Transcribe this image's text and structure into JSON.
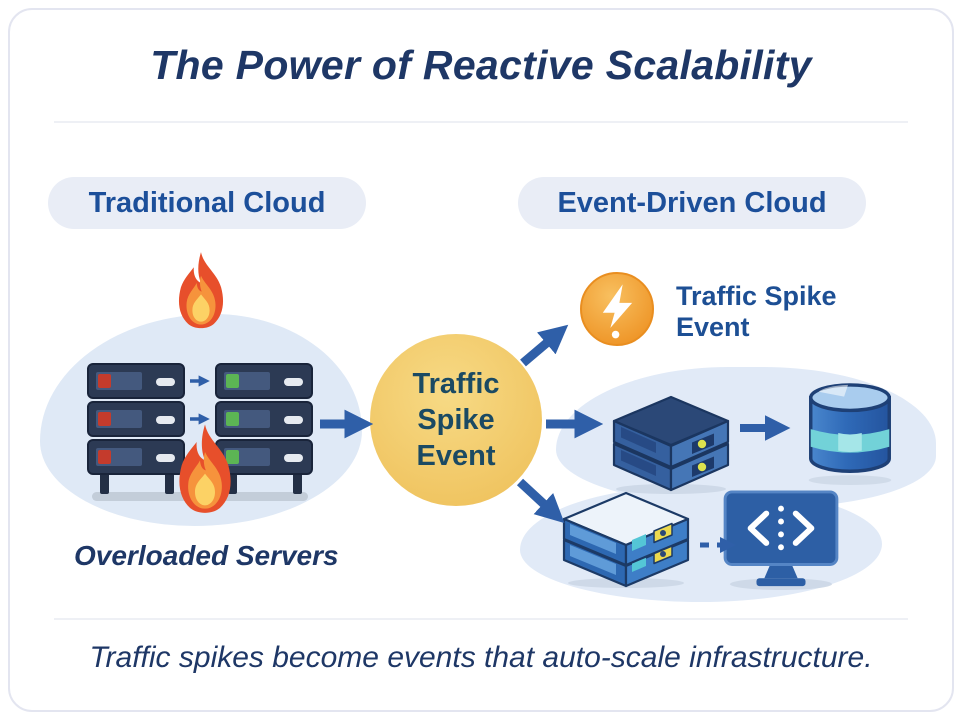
{
  "title": "The Power of Reactive Scalability",
  "sections": {
    "traditional": {
      "label": "Traditional Cloud",
      "caption": "Overloaded Servers"
    },
    "event_driven": {
      "label": "Event-Driven Cloud"
    }
  },
  "hub": {
    "line1": "Traffic",
    "line2": "Spike",
    "line3": "Event"
  },
  "event_badge": {
    "line1": "Traffic Spike",
    "line2": "Event"
  },
  "footer": {
    "caption": "Traffic spikes become events that auto-scale infrastructure."
  },
  "icons": {
    "flame": "flame-icon",
    "lightning": "lightning-bolt-icon",
    "overloaded_rack": "server-rack-icon",
    "scaled_server_stack": "server-stack-icon",
    "database": "database-cylinder-icon",
    "code_monitor": "code-monitor-icon",
    "arrow": "arrow-right-icon"
  },
  "colors": {
    "navy_text": "#1e3766",
    "blue_text": "#1d4f94",
    "hub_text": "#1b4a63",
    "pill_bg": "#e9edf6",
    "blob_bg": "#dfe9f6",
    "arrow_blue": "#2f5fa8",
    "hub_yellow": "#efc25d",
    "badge_orange": "#ee9426",
    "flame_red": "#e74f2b",
    "flame_orange": "#f6933c",
    "flame_yellow": "#fcd265",
    "server_navy": "#2c3a54",
    "led_red": "#c43b2c",
    "led_green": "#5cb554",
    "iso_blue": "#35609f",
    "db_blue": "#2f6ab8",
    "db_teal": "#72d2d8",
    "card_border": "#e3e5f0",
    "divider": "#eef0f5"
  }
}
